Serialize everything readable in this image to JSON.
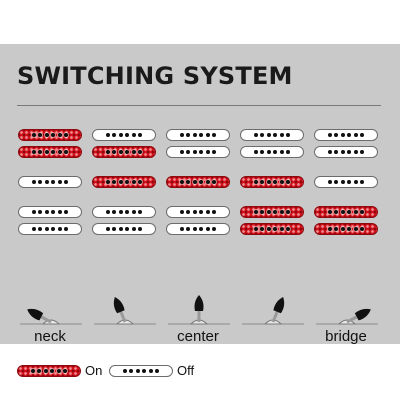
{
  "title": "SWITCHING SYSTEM",
  "colors": {
    "on": "#d6101a",
    "off": "#ffffff",
    "background": "#c9c9c9"
  },
  "columns": [
    {
      "id": "neck",
      "label": "neck",
      "coils": [
        "on",
        "on",
        "off",
        "off",
        "off"
      ],
      "lever_tilt": "left-full"
    },
    {
      "id": "neck-center",
      "label": "",
      "coils": [
        "off",
        "on",
        "on",
        "off",
        "off"
      ],
      "lever_tilt": "left-half"
    },
    {
      "id": "center",
      "label": "center",
      "coils": [
        "off",
        "off",
        "on",
        "off",
        "off"
      ],
      "lever_tilt": "upright"
    },
    {
      "id": "center-bridge",
      "label": "",
      "coils": [
        "off",
        "off",
        "on",
        "on",
        "on"
      ],
      "lever_tilt": "right-half"
    },
    {
      "id": "bridge",
      "label": "bridge",
      "coils": [
        "off",
        "off",
        "off",
        "on",
        "on"
      ],
      "lever_tilt": "right-full"
    }
  ],
  "legend": {
    "on_label": "On",
    "off_label": "Off"
  }
}
